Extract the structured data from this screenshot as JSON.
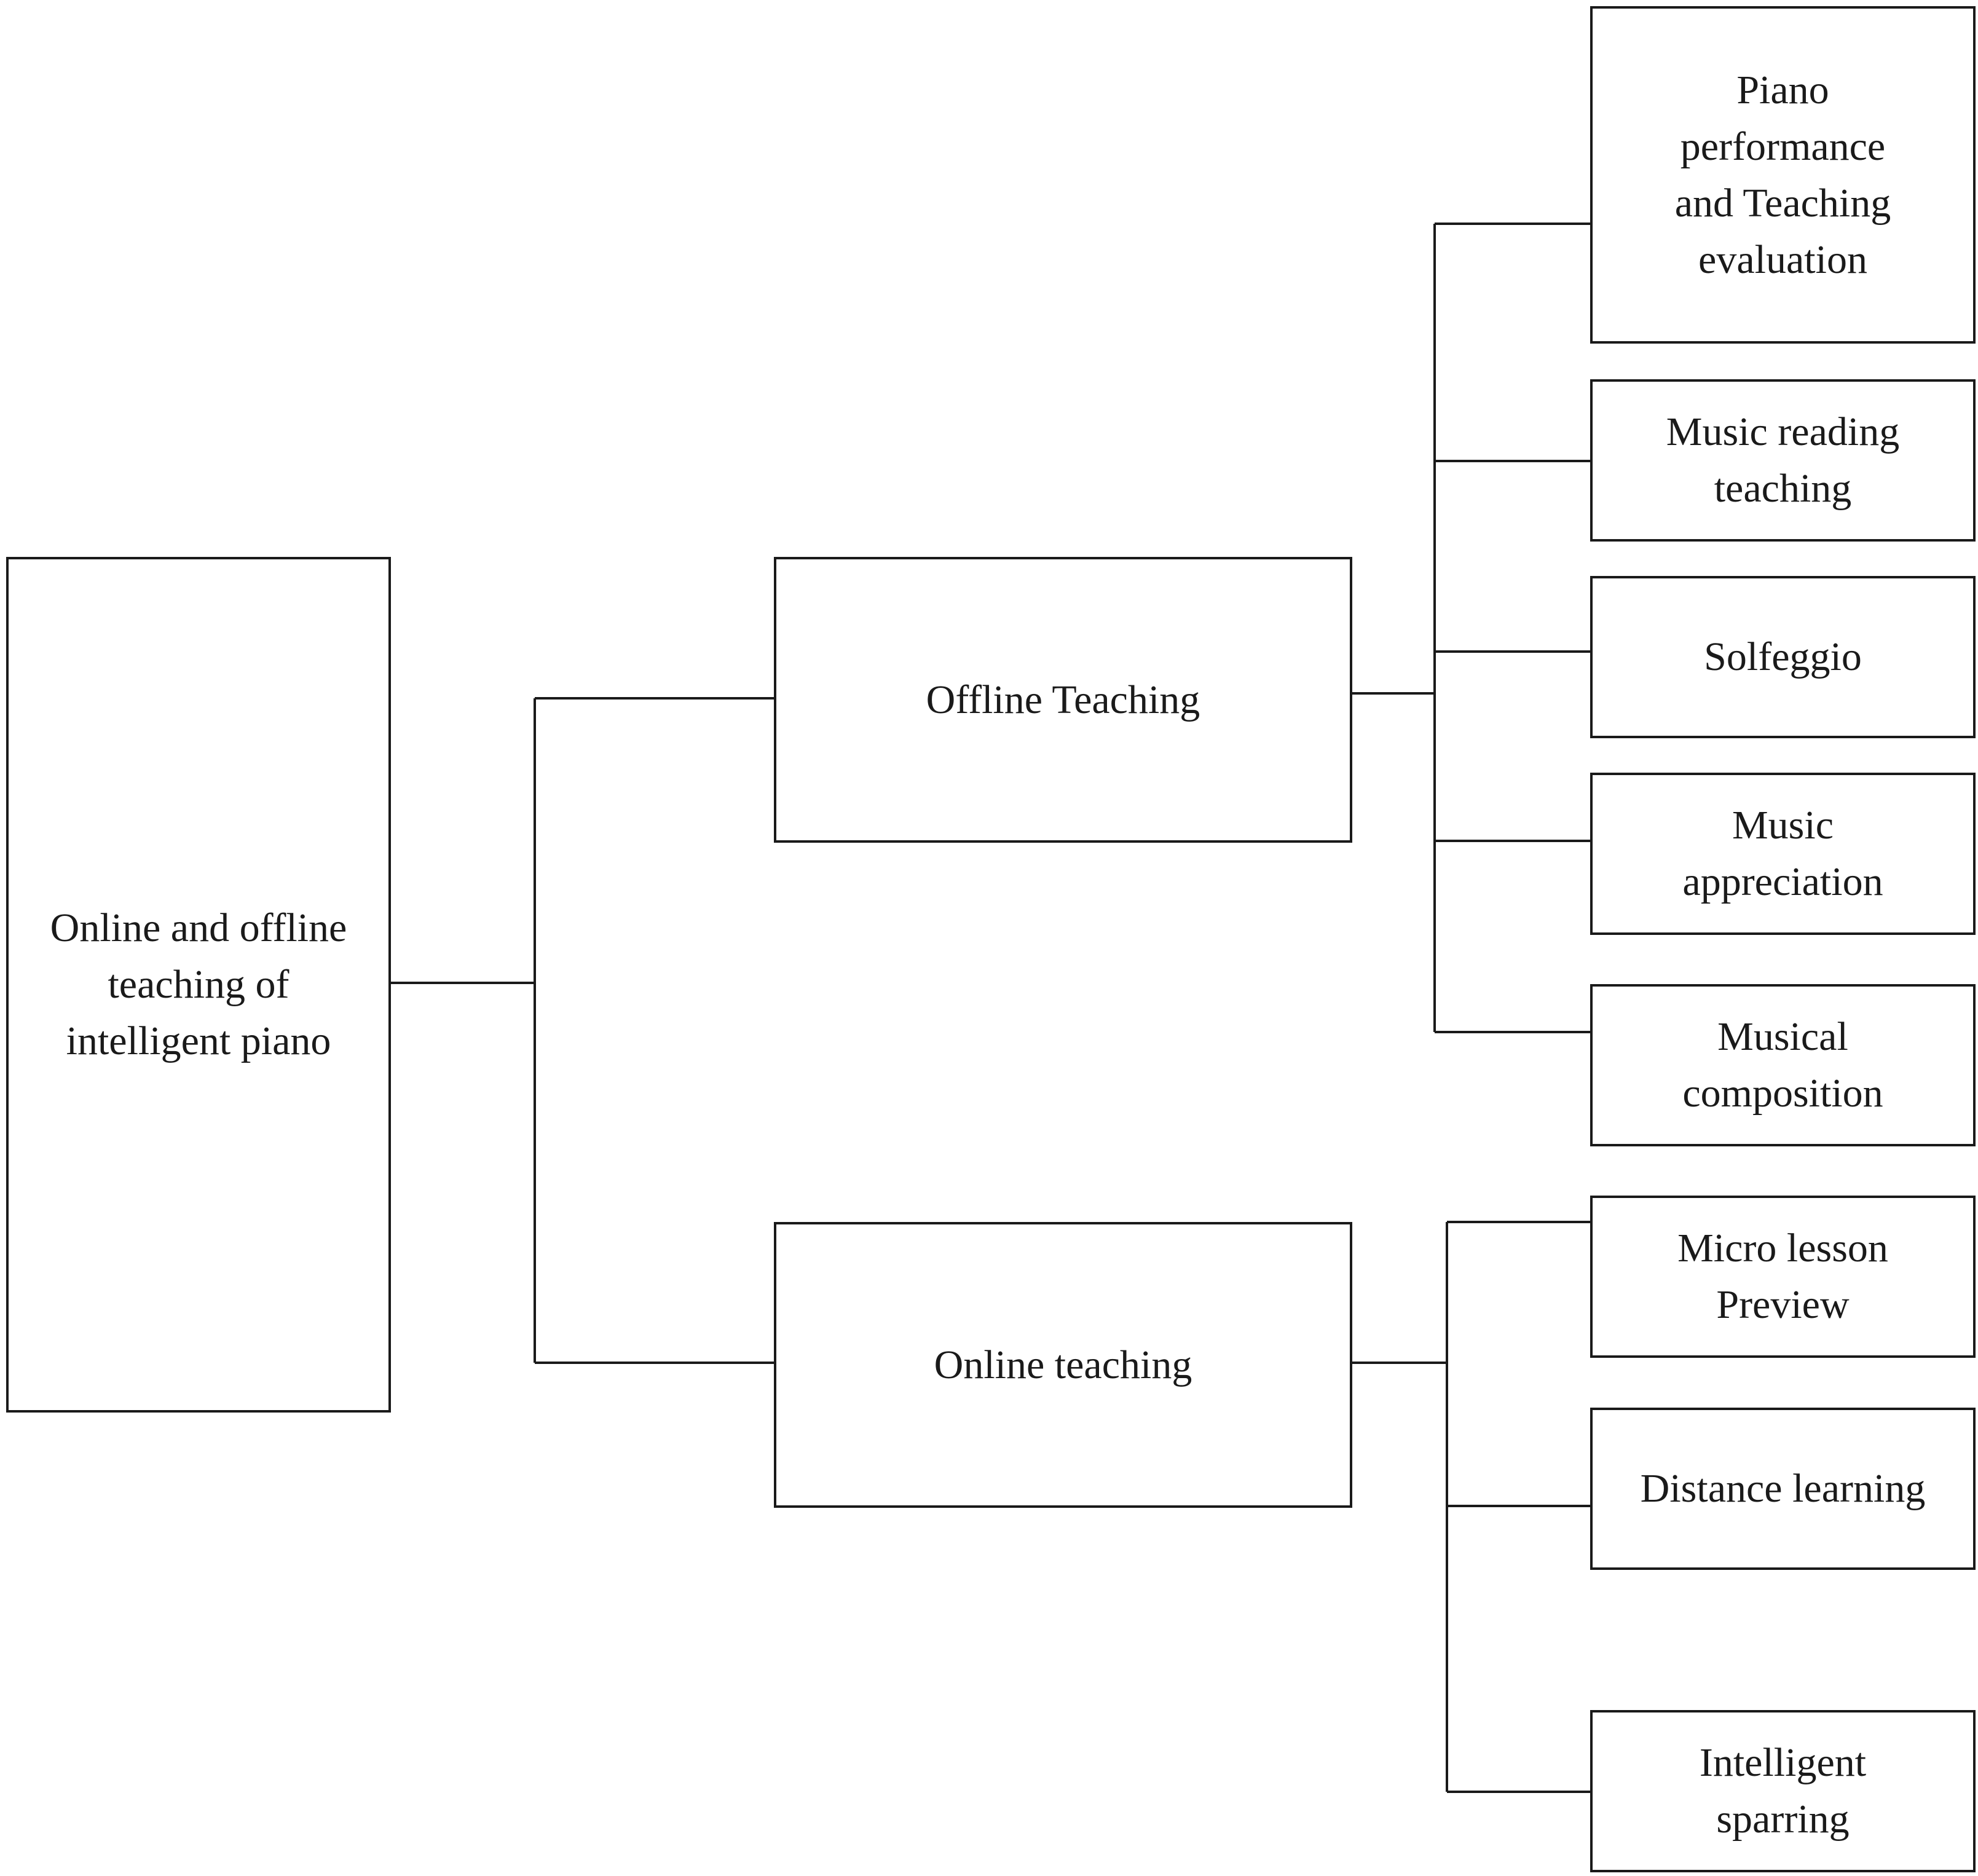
{
  "diagram": {
    "root": {
      "label": "Online and offline teaching of intelligent piano"
    },
    "branches": [
      {
        "label": "Offline Teaching",
        "children": [
          "Piano performance and Teaching evaluation",
          "Music reading teaching",
          "Solfeggio",
          "Music appreciation",
          "Musical composition"
        ]
      },
      {
        "label": "Online teaching",
        "children": [
          "Micro lesson Preview",
          "Distance learning",
          "Intelligent sparring"
        ]
      }
    ]
  }
}
